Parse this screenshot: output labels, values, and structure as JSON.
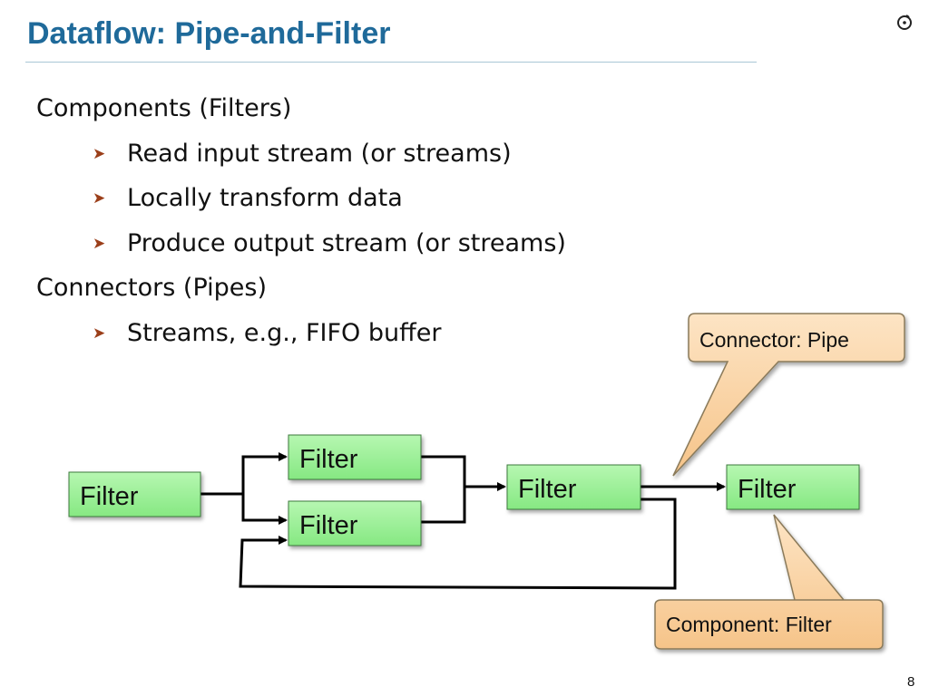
{
  "slide": {
    "title": "Dataflow: Pipe-and-Filter",
    "page_number": "8",
    "accent_color": "#1f6a9a",
    "logo_icon": "circle-logo-icon"
  },
  "bullets": [
    {
      "level": 1,
      "text": "Components (Filters)"
    },
    {
      "level": 2,
      "text": "Read input stream (or streams)"
    },
    {
      "level": 2,
      "text": "Locally transform data"
    },
    {
      "level": 2,
      "text": "Produce output stream (or streams)"
    },
    {
      "level": 1,
      "text": "Connectors (Pipes)"
    },
    {
      "level": 2,
      "text": "Streams, e.g., FIFO buffer"
    }
  ],
  "diagram": {
    "filter_fill": "#9ef09a",
    "callout_fill": "#fbd6a8",
    "filters": [
      {
        "id": "f1",
        "label": "Filter"
      },
      {
        "id": "f2",
        "label": "Filter"
      },
      {
        "id": "f3",
        "label": "Filter"
      },
      {
        "id": "f4",
        "label": "Filter"
      },
      {
        "id": "f5",
        "label": "Filter"
      }
    ],
    "callouts": {
      "connector": "Connector: Pipe",
      "component": "Component: Filter"
    }
  }
}
